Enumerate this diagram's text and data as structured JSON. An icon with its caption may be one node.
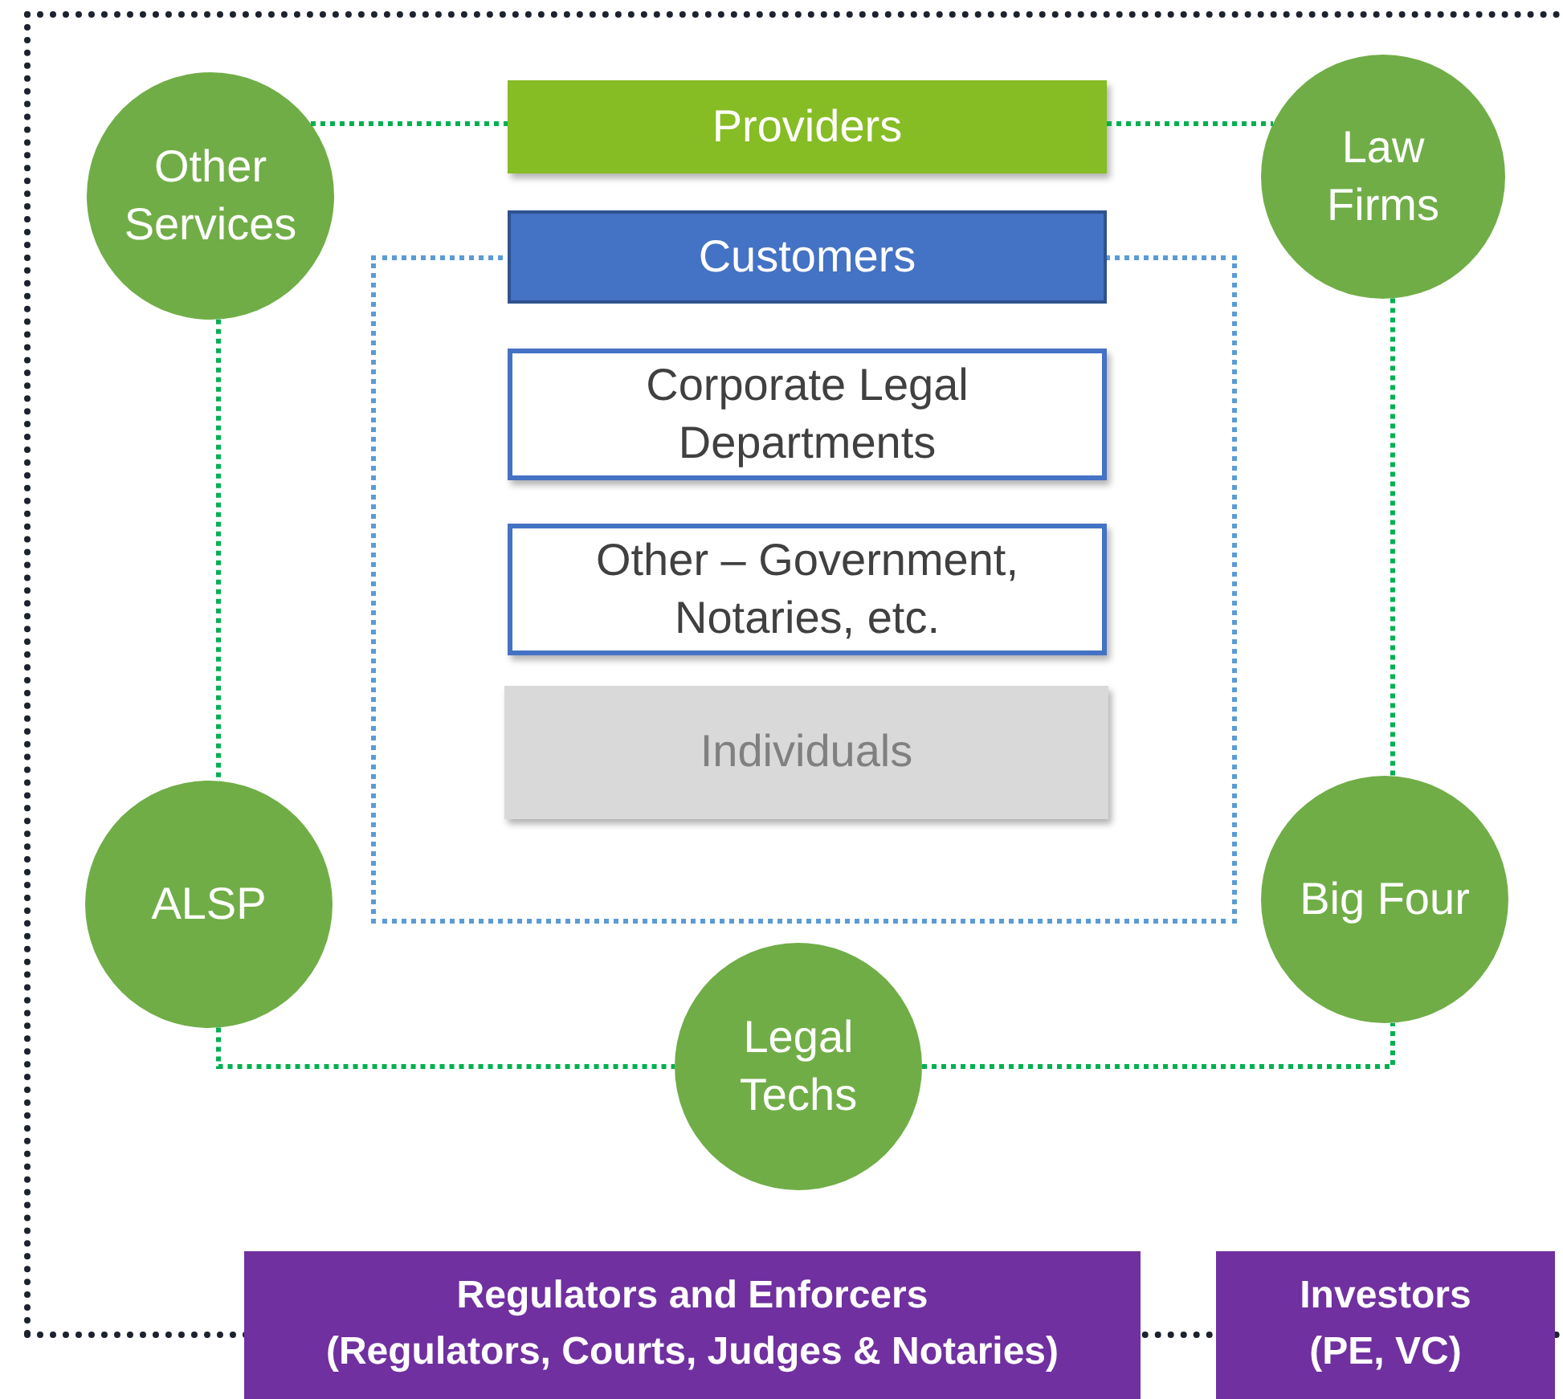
{
  "diagram": {
    "nodes": [
      {
        "text": [],
        "shape": "box"
      },
      {
        "text": [
          "Other Services"
        ],
        "in": 0
      },
      {
        "text": [
          "Providers"
        ],
        "in": 0
      },
      {
        "text": [
          "Law Firms"
        ],
        "in": 0
      },
      {
        "text": [
          "Customers"
        ],
        "in": 0
      },
      {
        "text": [],
        "shape": "box",
        "in": 0
      },
      {
        "text": [
          "Corporate Legal Departments"
        ],
        "in": 5
      },
      {
        "text": [
          "Other – Government, Notaries, etc."
        ],
        "in": 5
      },
      {
        "text": [
          "Individuals"
        ],
        "in": 5
      },
      {
        "text": [
          "ALSP"
        ],
        "in": 0
      },
      {
        "text": [
          "Big Four"
        ],
        "in": 0
      },
      {
        "text": [
          "Legal Techs"
        ],
        "in": 0
      },
      {
        "text": [
          "Regulators and Enforcers",
          "(Regulators, Courts, Judges & Notaries)"
        ]
      },
      {
        "text": [
          "Investors",
          "(PE, VC)"
        ]
      }
    ],
    "edges": [
      {
        "from": 1,
        "to": 2,
        "arrow": "none"
      },
      {
        "from": 2,
        "to": 3,
        "arrow": "none"
      },
      {
        "from": 1,
        "to": 9,
        "arrow": "none"
      },
      {
        "from": 3,
        "to": 10,
        "arrow": "none"
      },
      {
        "from": 9,
        "to": 11,
        "arrow": "none"
      },
      {
        "from": 11,
        "to": 10,
        "arrow": "none"
      }
    ]
  }
}
